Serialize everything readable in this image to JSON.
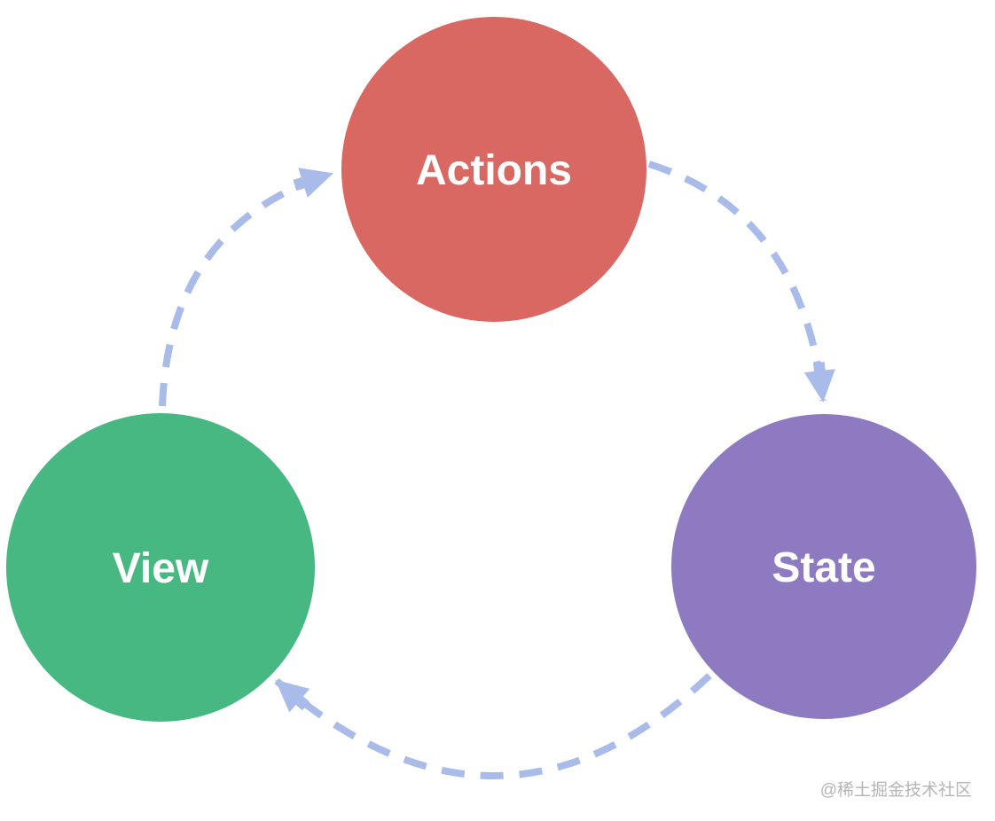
{
  "diagram": {
    "type": "cycle",
    "node_label_color": "#ffffff",
    "nodes": [
      {
        "id": "actions",
        "label": "Actions",
        "color": "#d96762"
      },
      {
        "id": "view",
        "label": "View",
        "color": "#48b882"
      },
      {
        "id": "state",
        "label": "State",
        "color": "#8e7ac0"
      }
    ],
    "edges": [
      {
        "from": "Actions",
        "to": "State"
      },
      {
        "from": "State",
        "to": "View"
      },
      {
        "from": "View",
        "to": "Actions"
      }
    ],
    "edge_style": {
      "color": "#a9bce9",
      "dashed": true
    }
  },
  "watermark": {
    "text": "@稀土掘金技术社区",
    "color": "#b5b5b5"
  }
}
